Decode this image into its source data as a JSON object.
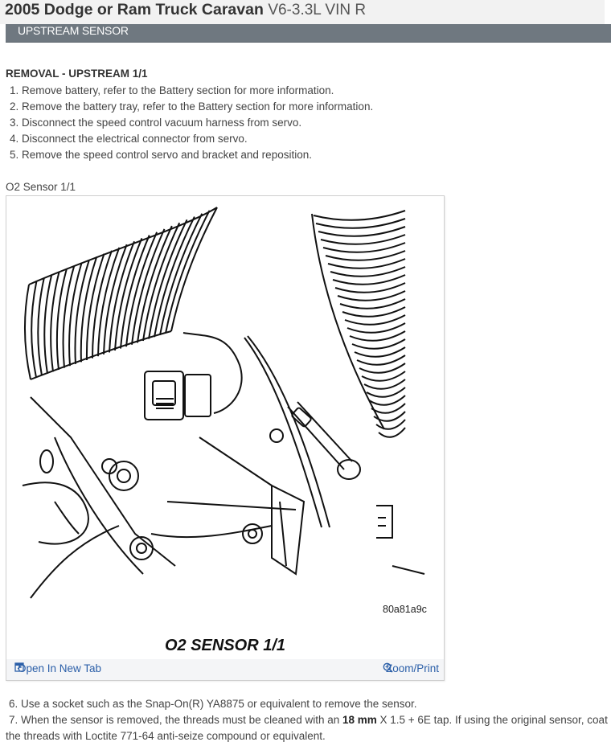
{
  "header": {
    "title": "2005 Dodge or Ram Truck Caravan",
    "subtitle": "V6-3.3L VIN R",
    "section": "UPSTREAM SENSOR"
  },
  "procedure": {
    "heading": "REMOVAL - UPSTREAM 1/1",
    "steps": [
      "1. Remove battery, refer to the Battery section for more information.",
      "2. Remove the battery tray, refer to the Battery section for more information.",
      "3. Disconnect the speed control vacuum harness from servo.",
      "4. Disconnect the electrical connector from servo.",
      "5. Remove the speed control servo and bracket and reposition."
    ]
  },
  "figure": {
    "caption": "O2 Sensor 1/1",
    "image_code": "80a81a9c",
    "image_title": "O2 SENSOR 1/1",
    "open_tab_label": "Open In New Tab",
    "zoom_label": "Zoom/Print"
  },
  "after_steps": {
    "step6": "6. Use a socket such as the Snap-On(R) YA8875 or equivalent to remove the sensor.",
    "step7_pre": "7. When the sensor is removed, the threads must be cleaned with an ",
    "step7_bold": "18 mm",
    "step7_post": " X 1.5 + 6E tap. If using the original sensor, coat the threads with Loctite 771-64 anti-seize compound or equivalent."
  },
  "colors": {
    "section_bar": "#6f7880",
    "link": "#2b5fa8"
  },
  "icons": [
    "open-tab-icon",
    "zoom-icon"
  ]
}
